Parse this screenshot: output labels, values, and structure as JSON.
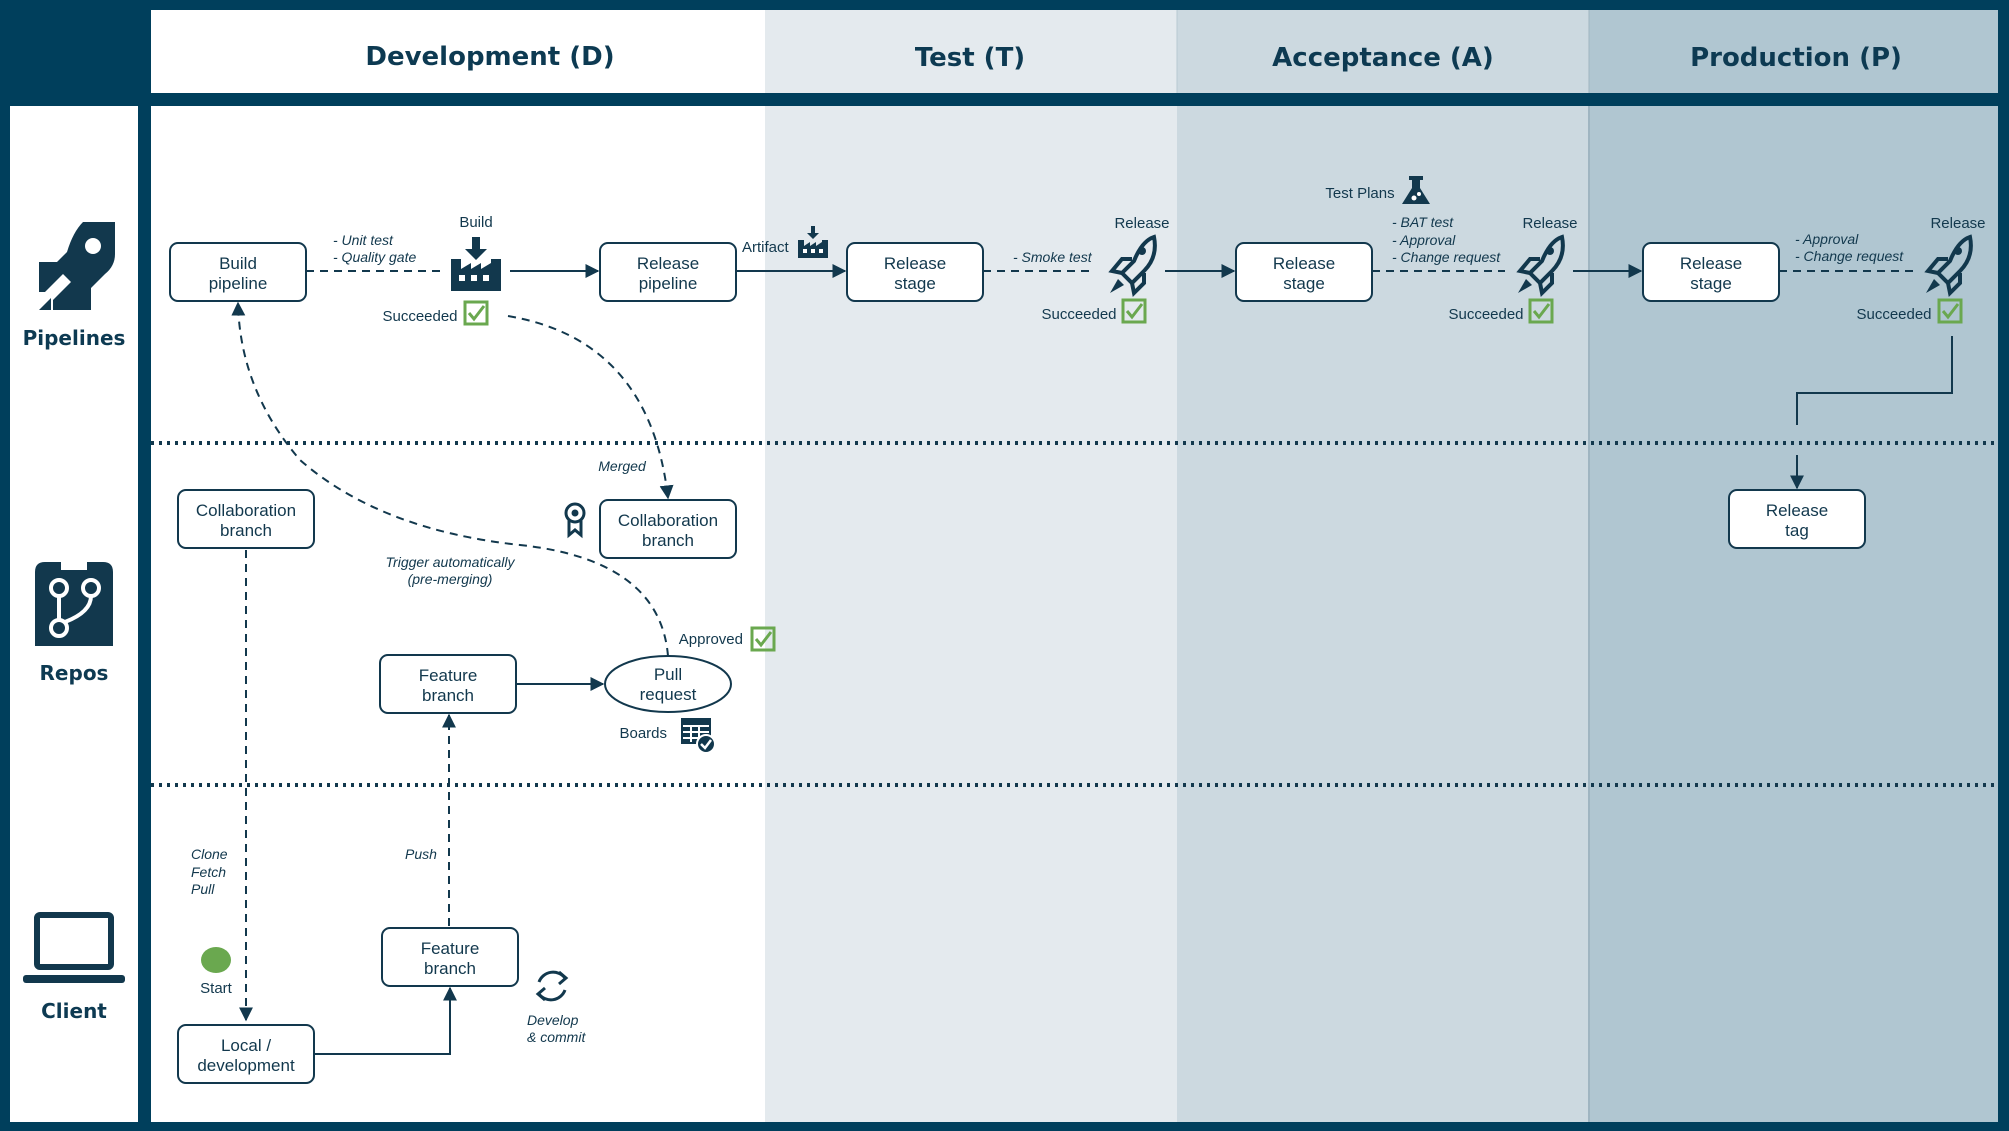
{
  "columns": {
    "development": "Development (D)",
    "test": "Test (T)",
    "acceptance": "Acceptance (A)",
    "production": "Production (P)"
  },
  "rows": {
    "pipelines": "Pipelines",
    "repos": "Repos",
    "client": "Client"
  },
  "nodes": {
    "build_pipeline": [
      "Build",
      "pipeline"
    ],
    "release_pipeline": [
      "Release",
      "pipeline"
    ],
    "release_stage_test": [
      "Release",
      "stage"
    ],
    "release_stage_acc": [
      "Release",
      "stage"
    ],
    "release_stage_prod": [
      "Release",
      "stage"
    ],
    "collab_branch_left": [
      "Collaboration",
      "branch"
    ],
    "collab_branch_right": [
      "Collaboration",
      "branch"
    ],
    "feature_branch_repo": [
      "Feature",
      "branch"
    ],
    "pull_request": [
      "Pull",
      "request"
    ],
    "release_tag": [
      "Release",
      "tag"
    ],
    "feature_branch_client": [
      "Feature",
      "branch"
    ],
    "local_dev": [
      "Local /",
      "development"
    ]
  },
  "labels": {
    "build": "Build",
    "succeeded": "Succeeded",
    "artifact": "Artifact",
    "release": "Release",
    "test_plans": "Test Plans",
    "merged": "Merged",
    "approved": "Approved",
    "boards": "Boards",
    "start": "Start",
    "push": "Push"
  },
  "annotations": {
    "unit_test": "- Unit test",
    "quality_gate": "- Quality gate",
    "smoke_test": "- Smoke test",
    "bat_test": "- BAT test",
    "approval_acc": "- Approval",
    "change_request_acc": "- Change request",
    "approval_prod": "- Approval",
    "change_request_prod": "- Change request",
    "trigger_1": "Trigger automatically",
    "trigger_2": "(pre-merging)",
    "clone": "Clone",
    "fetch": "Fetch",
    "pull": "Pull",
    "develop_1": "Develop",
    "develop_2": "& commit"
  },
  "colors": {
    "frame": "#003f5c",
    "dev_bg": "#ffffff",
    "test_bg": "#e4eaee",
    "acc_bg": "#ccd9e0",
    "prod_bg": "#b0c6d1",
    "ink": "#12384d",
    "success": "#6aa84f"
  },
  "icons": [
    "rocket-icon",
    "repo-icon",
    "laptop-icon",
    "factory-icon",
    "flask-icon",
    "ribbon-icon",
    "boards-icon",
    "sync-icon",
    "check-icon"
  ]
}
